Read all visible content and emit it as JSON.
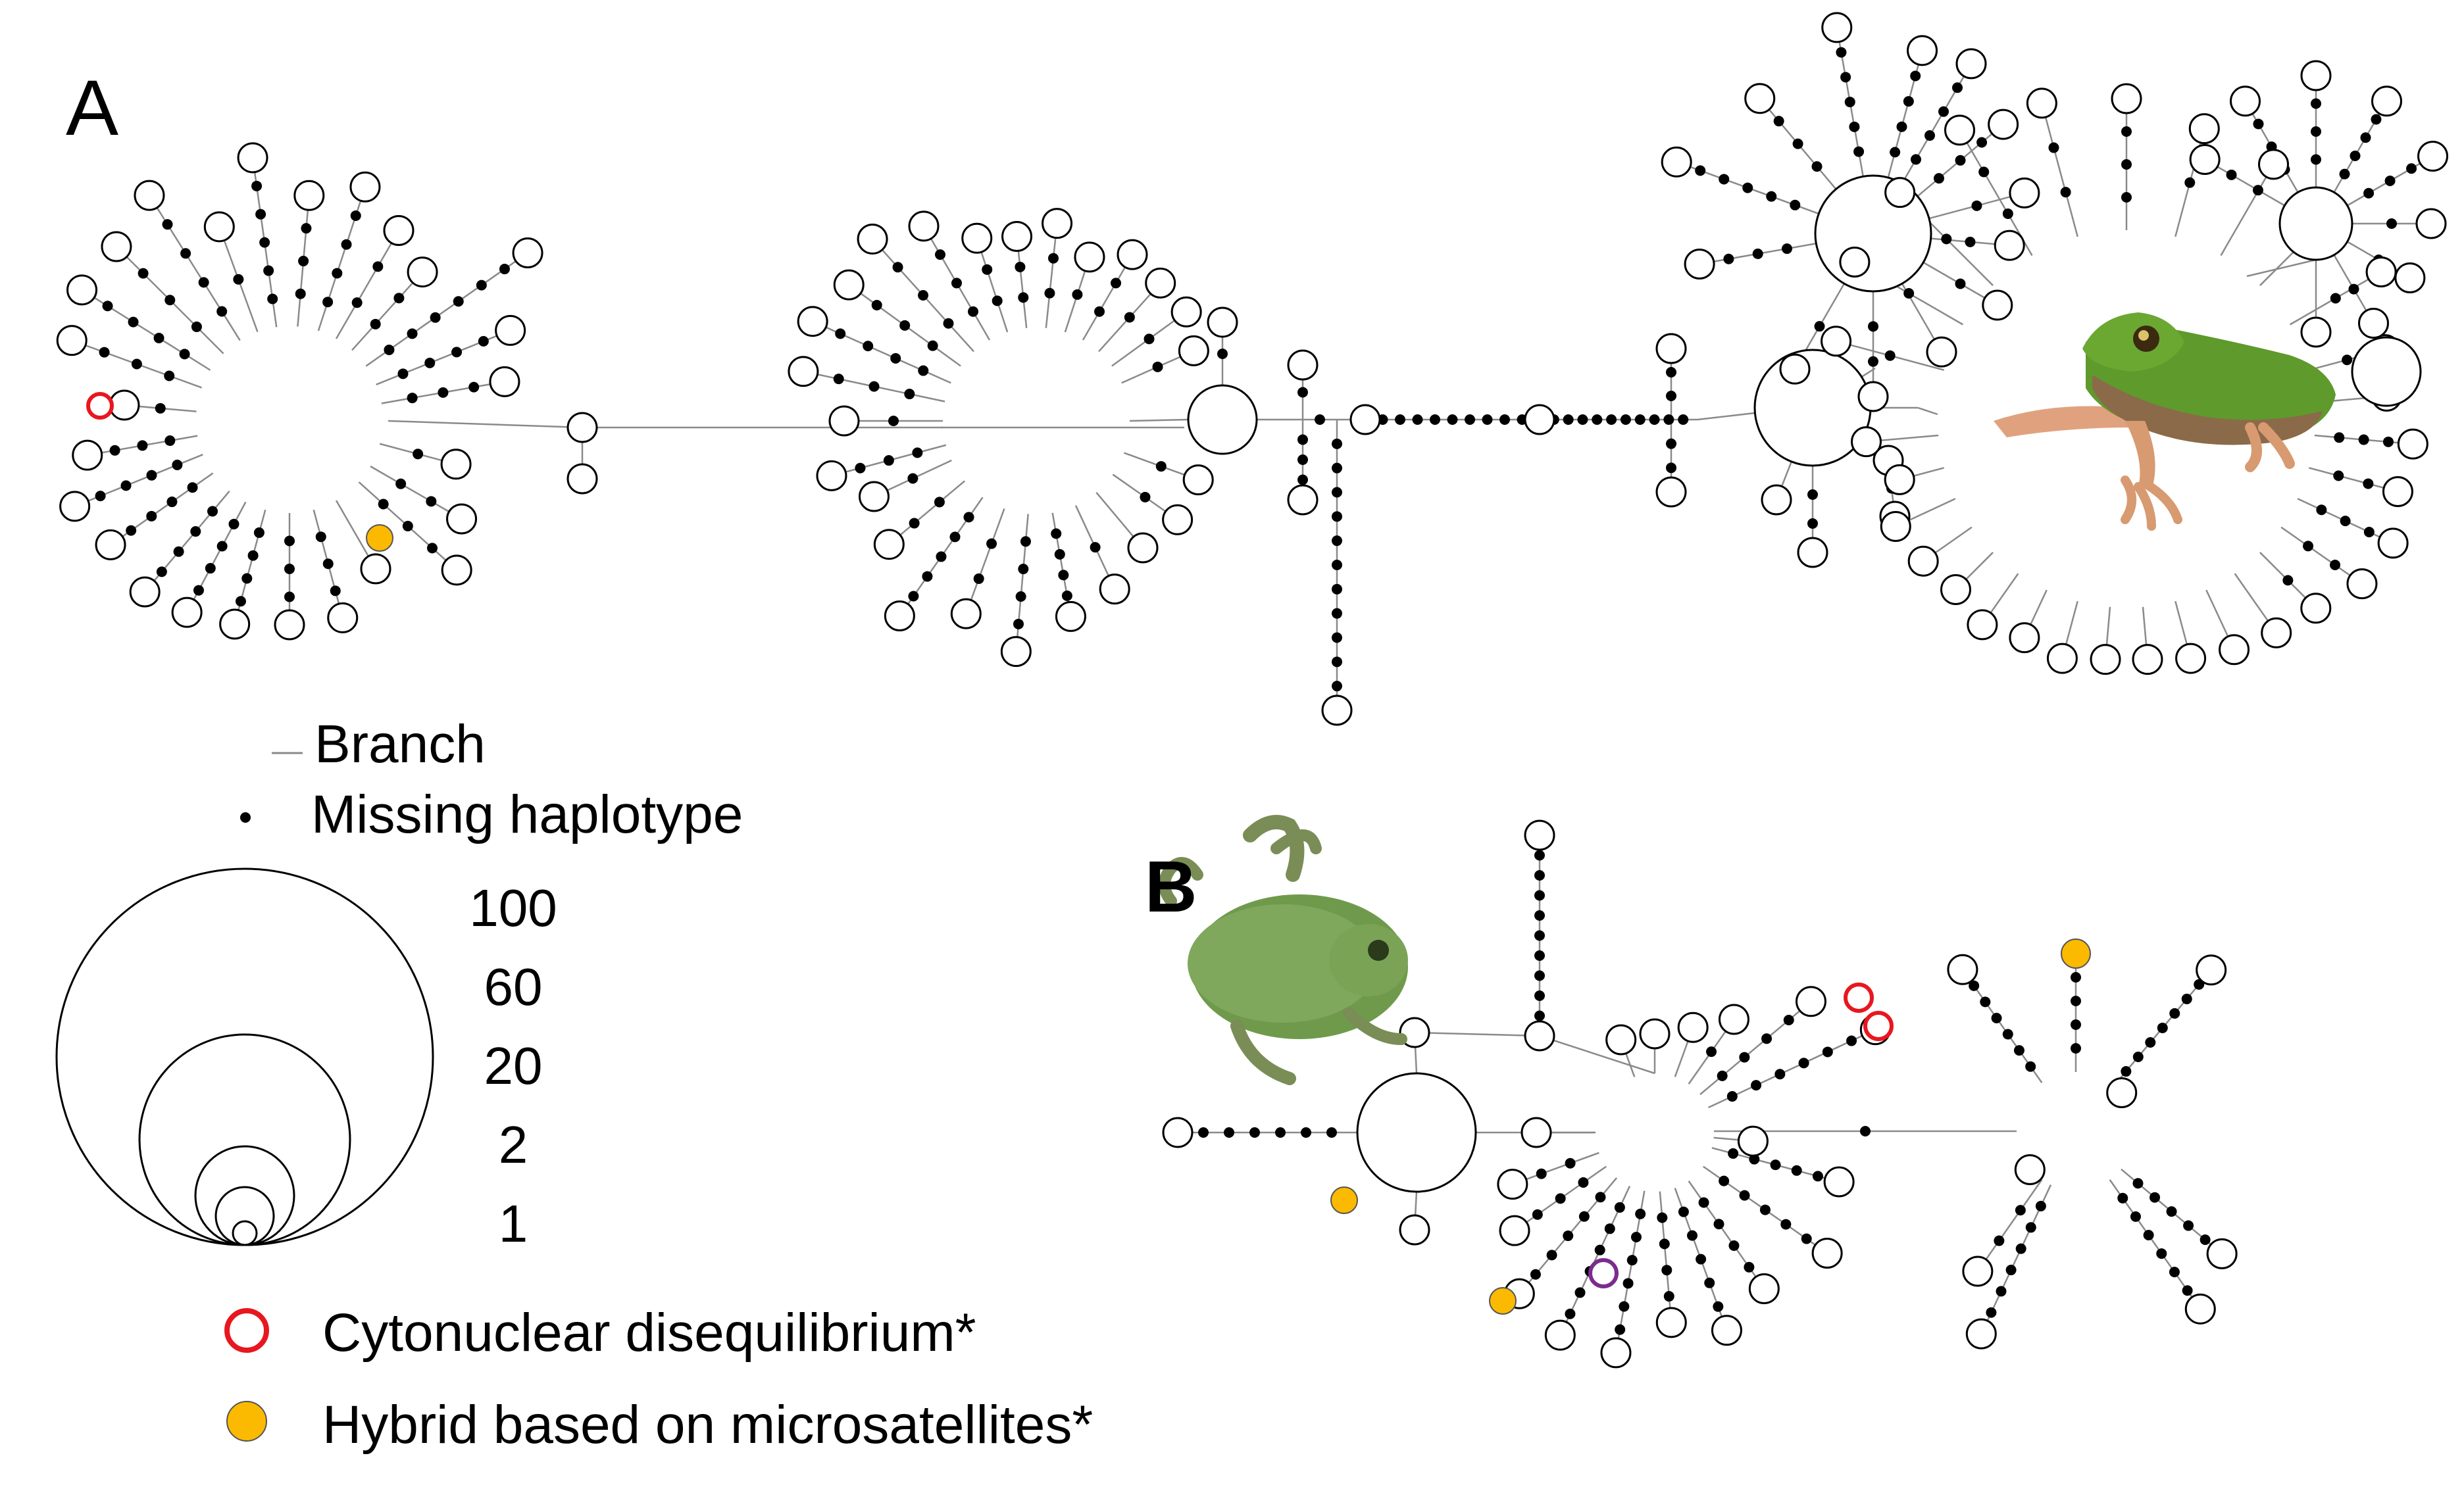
{
  "panels": {
    "a": "A",
    "b": "B"
  },
  "legend": {
    "branch": "Branch",
    "missing_haplotype": "Missing haplotype",
    "cytonuclear": "Cytonuclear disequilibrium*",
    "hybrid": "Hybrid based on microsatellites*",
    "size_scale": [
      "100",
      "60",
      "20",
      "2",
      "1"
    ]
  },
  "colors": {
    "hybrid_fill": "#FBBA00",
    "cytonuclear_stroke": "#E8171F",
    "purple_stroke": "#7B2D8E",
    "node_stroke": "#000000",
    "edge": "#8a8a8a",
    "frog_green": "#5b9a2e",
    "frog_brown": "#8a6a4a"
  },
  "icons": [
    "tree-frog-photo-side",
    "tree-frog-photo-top"
  ]
}
